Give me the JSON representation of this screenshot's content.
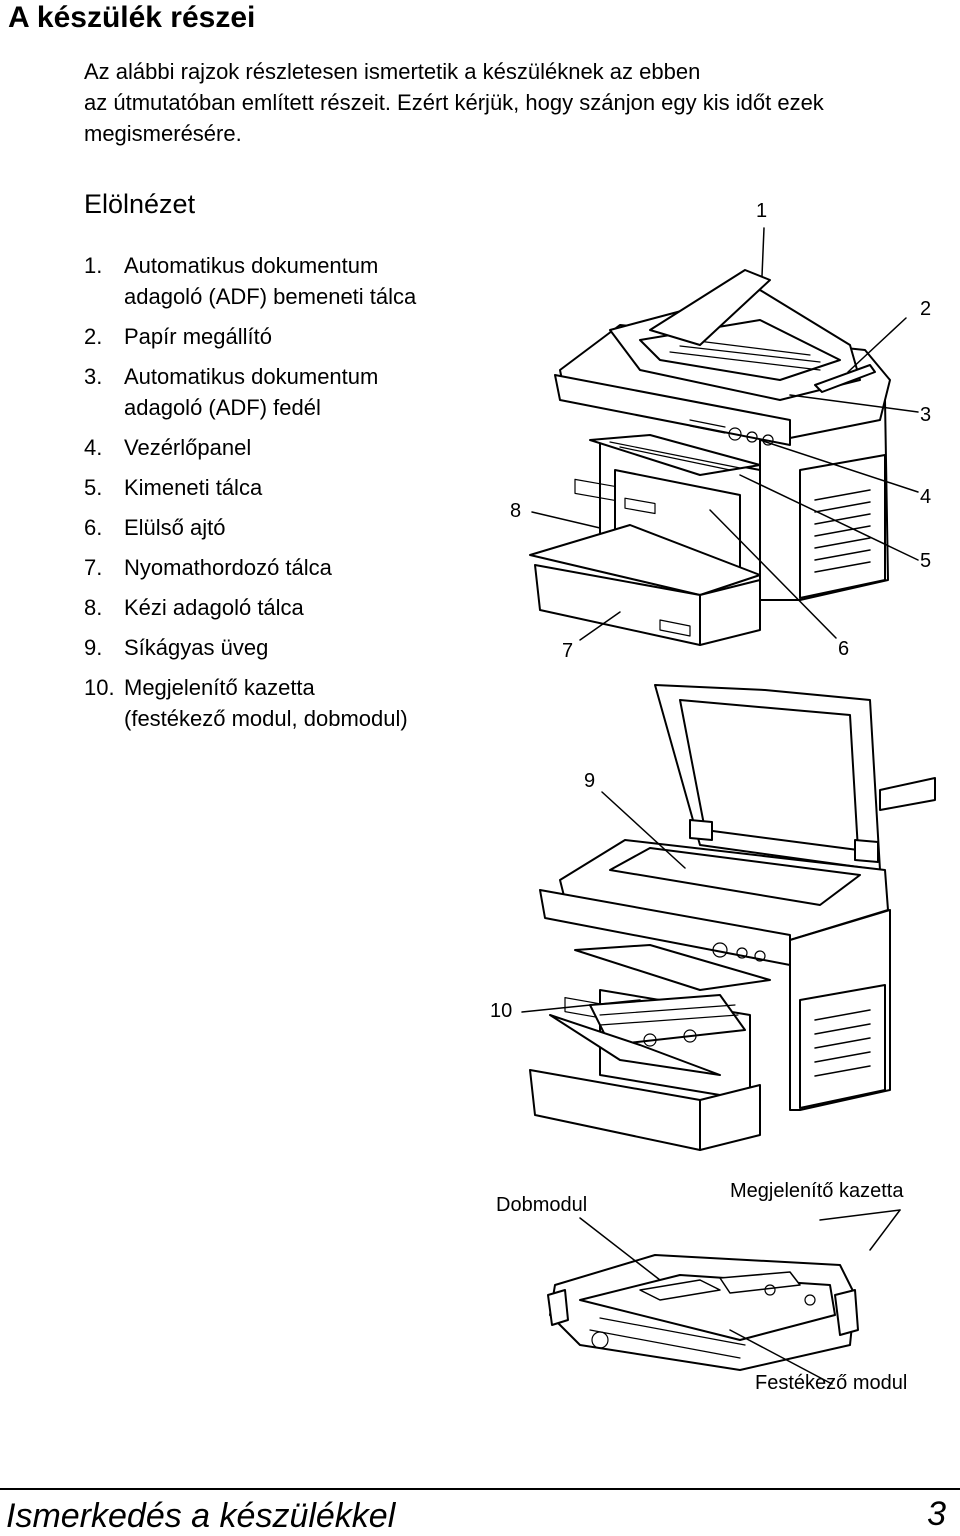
{
  "page": {
    "title": "A készülék részei",
    "intro_lines": [
      "Az alábbi rajzok részletesen ismertetik a készüléknek az ebben",
      "az útmutatóban említett részeit. Ezért kérjük, hogy szánjon egy kis időt ezek",
      "megismerésére."
    ],
    "section_heading": "Elölnézet"
  },
  "parts": [
    {
      "num": "1.",
      "line1": "Automatikus dokumentum",
      "line2": "adagoló (ADF) bemeneti tálca"
    },
    {
      "num": "2.",
      "line1": "Papír megállító",
      "line2": ""
    },
    {
      "num": "3.",
      "line1": "Automatikus dokumentum",
      "line2": "adagoló (ADF) fedél"
    },
    {
      "num": "4.",
      "line1": "Vezérlőpanel",
      "line2": ""
    },
    {
      "num": "5.",
      "line1": "Kimeneti tálca",
      "line2": ""
    },
    {
      "num": "6.",
      "line1": "Elülső ajtó",
      "line2": ""
    },
    {
      "num": "7.",
      "line1": "Nyomathordozó tálca",
      "line2": ""
    },
    {
      "num": "8.",
      "line1": "Kézi adagoló tálca",
      "line2": ""
    },
    {
      "num": "9.",
      "line1": "Síkágyas üveg",
      "line2": ""
    },
    {
      "num": "10.",
      "line1": "Megjelenítő kazetta",
      "line2": "(festékező modul, dobmodul)"
    }
  ],
  "callouts": {
    "c1": "1",
    "c2": "2",
    "c3": "3",
    "c4": "4",
    "c5": "5",
    "c6": "6",
    "c7": "7",
    "c8": "8",
    "c9": "9",
    "c10": "10"
  },
  "cartridge_labels": {
    "drum": "Dobmodul",
    "imaging": "Megjelenítő kazetta",
    "toner": "Festékező modul"
  },
  "footer": {
    "text": "Ismerkedés a készülékkel",
    "page_number": "3"
  }
}
